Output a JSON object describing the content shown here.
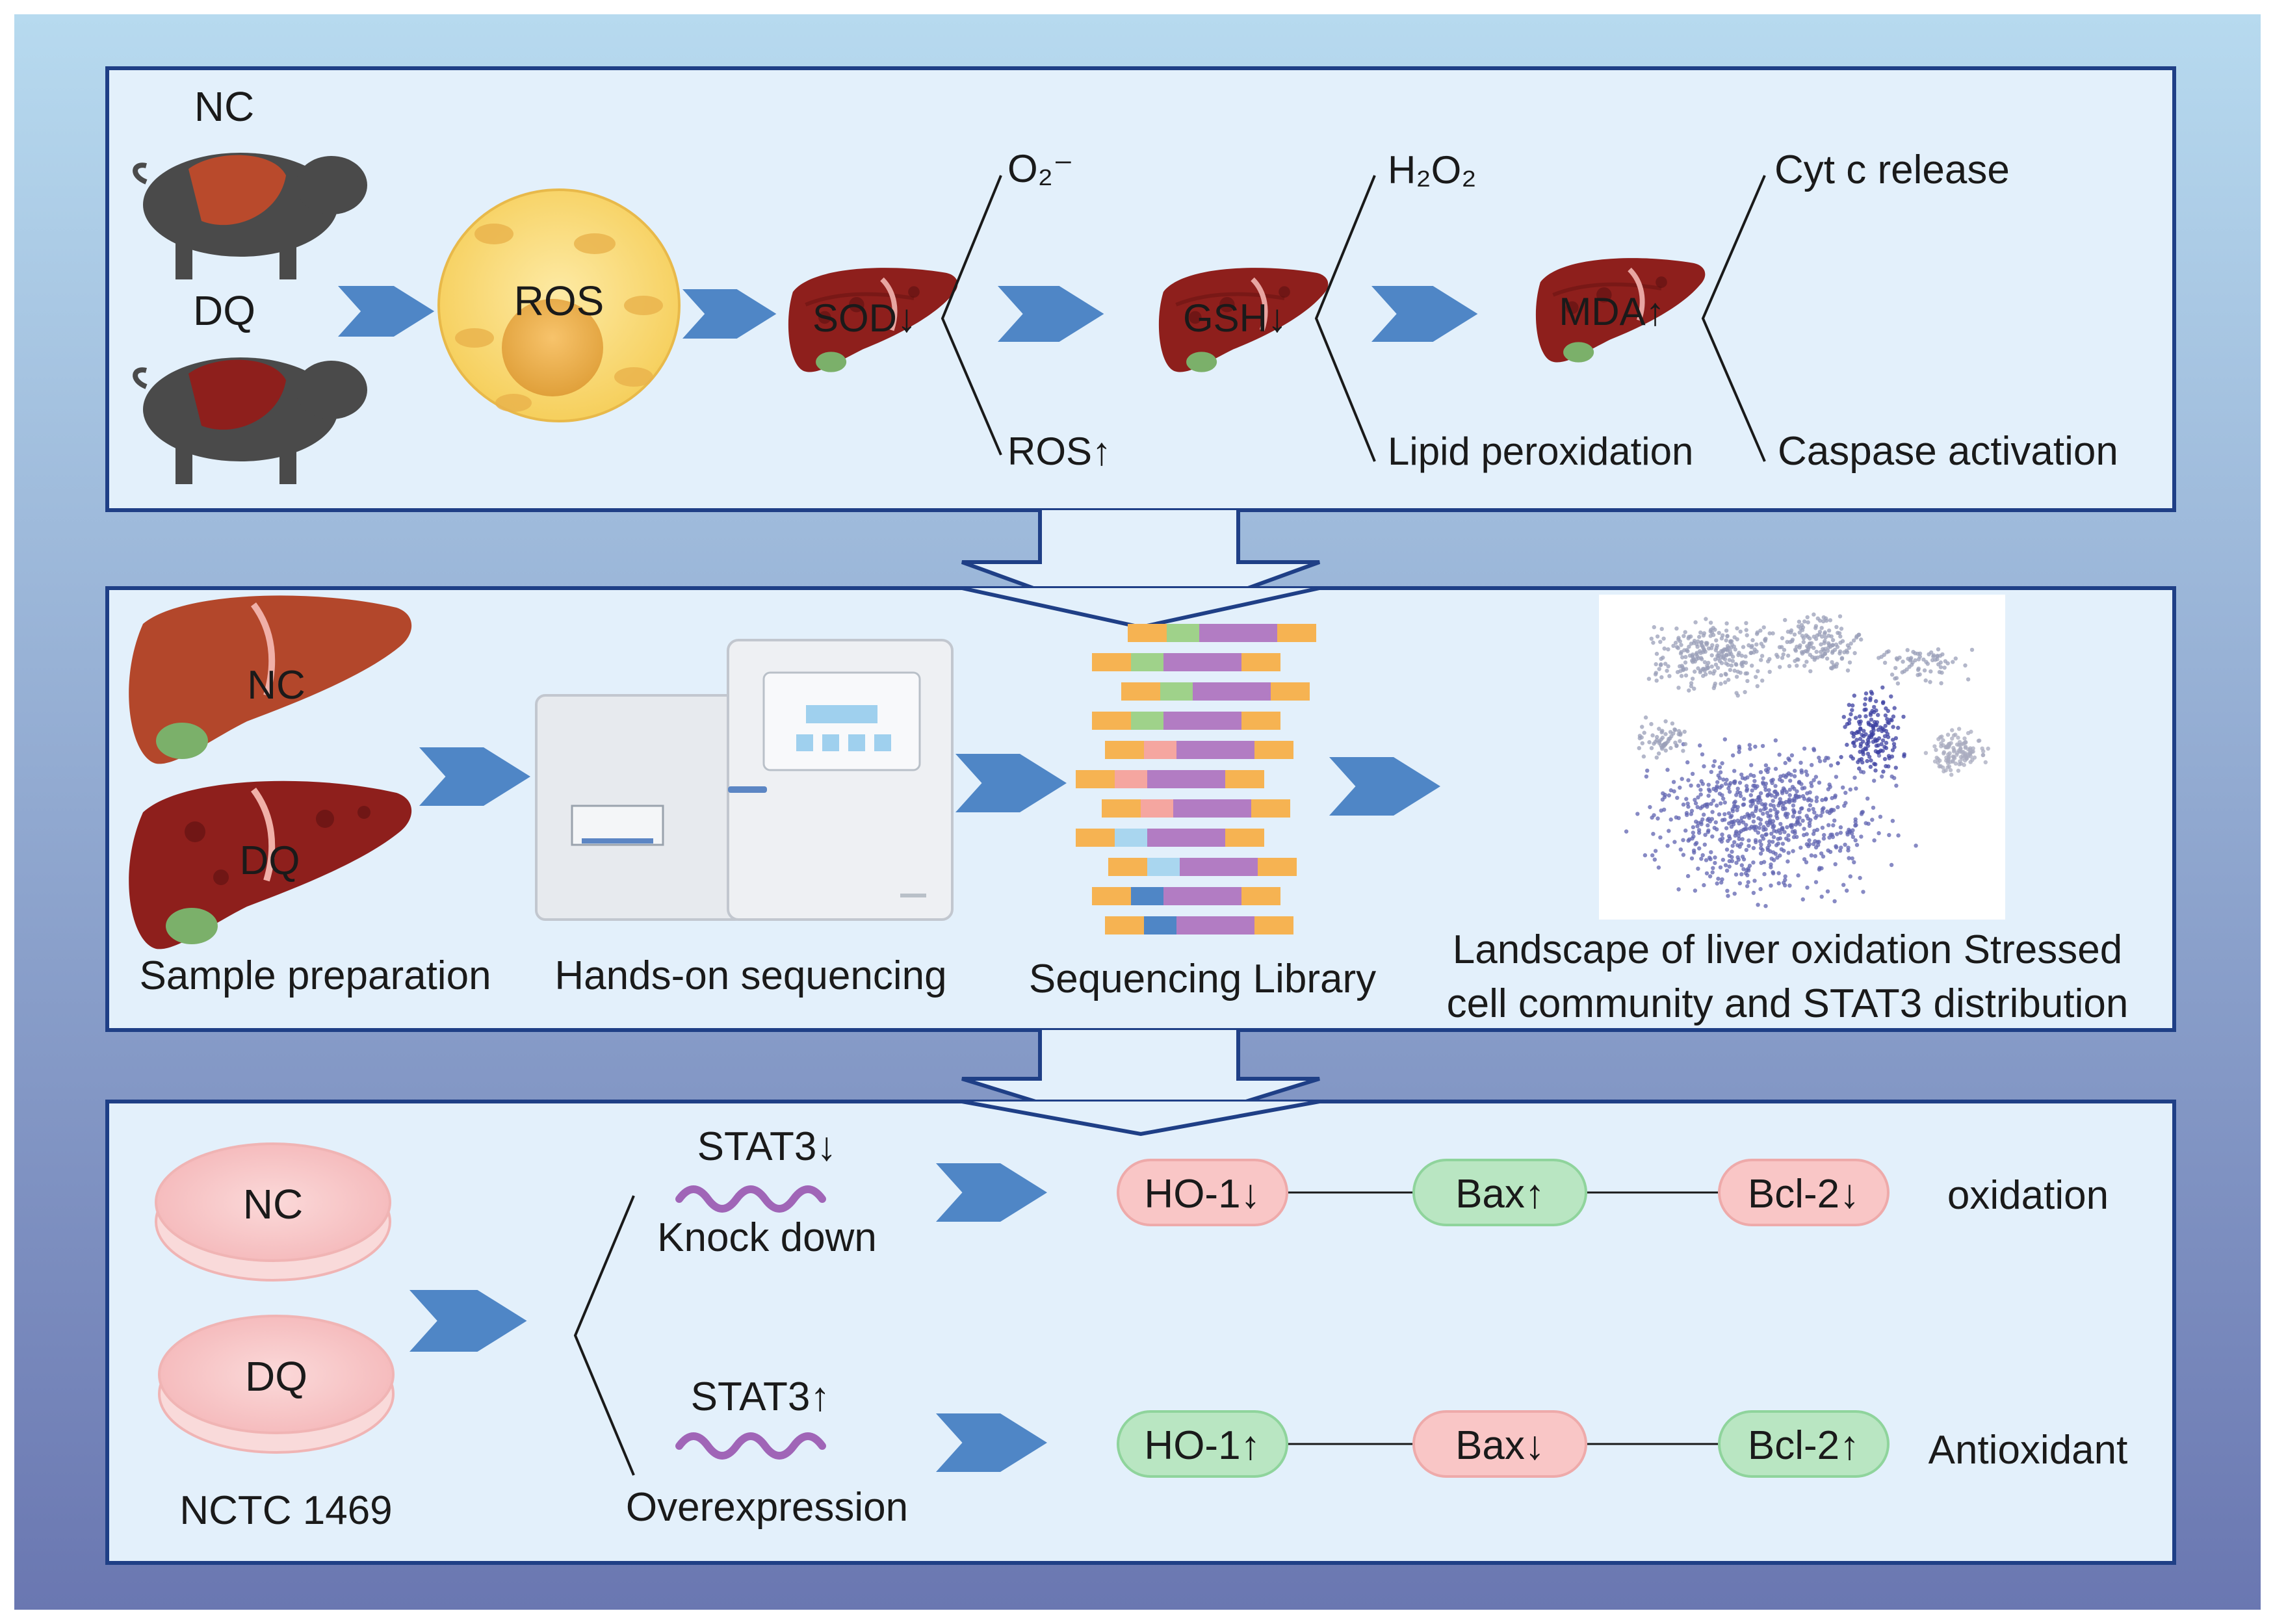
{
  "colors": {
    "background_top": "#b4d7ee",
    "background_bottom": "#6a79b3",
    "panel_fill": "#e3f0fb",
    "panel_border": "#1f3f86",
    "arrow": "#4f86c6",
    "liver_dark": "#8a1e1a",
    "liver_brown": "#b54a2c",
    "cell_yellow": "#fbe08a",
    "pill_red": "#f9c6c6",
    "pill_green": "#b9e6c2",
    "dish": "#f7c9c9",
    "wave": "#a065b7"
  },
  "panel1": {
    "group_nc": "NC",
    "group_dq": "DQ",
    "ros_cell": "ROS",
    "sod": "SOD↓",
    "gsh": "GSH↓",
    "mda": "MDA↑",
    "o2": "O₂⁻",
    "ros_up": "ROS↑",
    "h2o2": "H₂O₂",
    "lipid": "Lipid peroxidation",
    "cytc": "Cyt c release",
    "caspase": "Caspase activation"
  },
  "panel2": {
    "liver_nc": "NC",
    "liver_dq": "DQ",
    "sample": "Sample preparation",
    "handson": "Hands-on sequencing",
    "library": "Sequencing Library",
    "landscape_line1": "Landscape of liver oxidation Stressed",
    "landscape_line2": "cell community and STAT3 distribution"
  },
  "panel3": {
    "dish_nc": "NC",
    "dish_dq": "DQ",
    "cell_line": "NCTC 1469",
    "stat3_down": "STAT3↓",
    "knock_down": "Knock down",
    "stat3_up": "STAT3↑",
    "overexpression": "Overexpression",
    "row1": {
      "ho1": "HO-1↓",
      "bax": "Bax↑",
      "bcl2": "Bcl-2↓",
      "outcome": "oxidation"
    },
    "row2": {
      "ho1": "HO-1↑",
      "bax": "Bax↓",
      "bcl2": "Bcl-2↑",
      "outcome": "Antioxidant"
    }
  }
}
